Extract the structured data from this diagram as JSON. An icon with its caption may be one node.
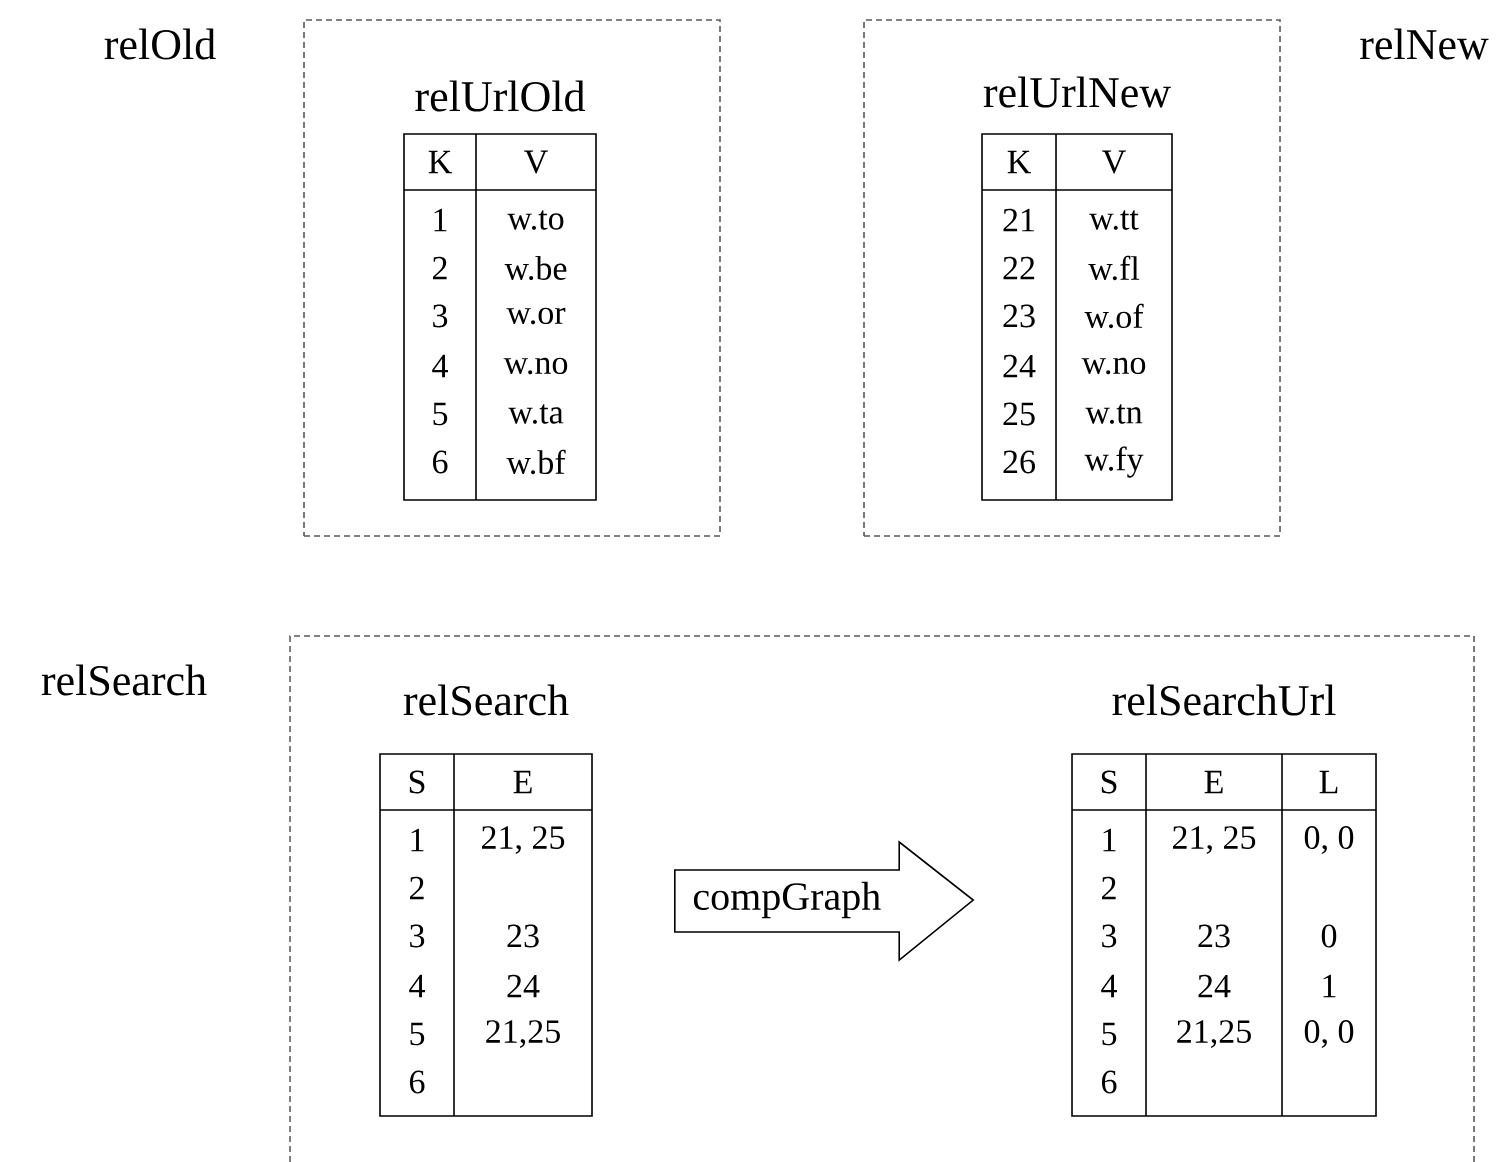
{
  "diagram": {
    "nodes": [
      {
        "text": [
          "relOld"
        ]
      },
      {
        "text": [
          "relUrlOld",
          "K",
          "V",
          "1",
          "w.to",
          "2",
          "w.be",
          "3",
          "w.or",
          "4",
          "w.no",
          "5",
          "w.ta",
          "6",
          "w.bf"
        ],
        "in": 0
      },
      {
        "text": [
          "relNew"
        ]
      },
      {
        "text": [
          "relUrlNew",
          "K",
          "V",
          "21",
          "w.tt",
          "22",
          "w.fl",
          "23",
          "w.of",
          "24",
          "w.no",
          "25",
          "w.tn",
          "26",
          "w.fy"
        ],
        "in": 2
      },
      {
        "text": [
          "relSearch"
        ]
      },
      {
        "text": [
          "relSearch",
          "S",
          "E",
          "1",
          "21, 25",
          "2",
          "3",
          "23",
          "4",
          "24",
          "5",
          "21,25",
          "6"
        ],
        "in": 4
      },
      {
        "text": [
          "relSearchUrl",
          "S",
          "E",
          "L",
          "1",
          "21, 25",
          "0, 0",
          "2",
          "3",
          "23",
          "0",
          "4",
          "24",
          "1",
          "5",
          "21,25",
          "0, 0",
          "6"
        ],
        "in": 4
      }
    ],
    "edges": [
      {
        "from": 5,
        "to": 6,
        "arrow": "to",
        "label": "compGraph"
      }
    ]
  }
}
